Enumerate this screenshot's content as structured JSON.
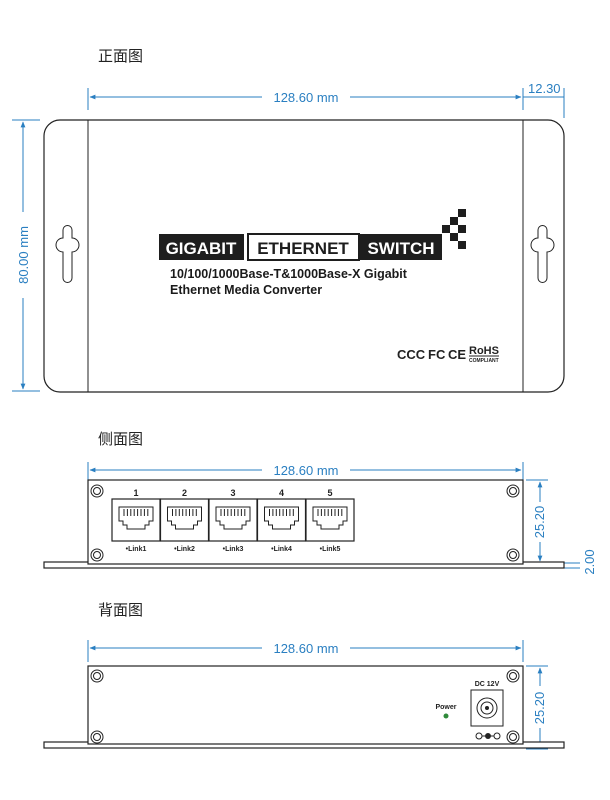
{
  "views": {
    "front_title": "正面图",
    "side_title": "侧面图",
    "back_title": "背面图"
  },
  "dimensions": {
    "width": "128.60 mm",
    "height": "80.00 mm",
    "ear": "12.30",
    "depth": "25.20",
    "flange": "2.00"
  },
  "product": {
    "logo_part1": "GIGABIT",
    "logo_part2": "ETHERNET",
    "logo_part3": "SWITCH",
    "desc_line1": "10/100/1000Base-T&1000Base-X Gigabit",
    "desc_line2": "Ethernet Media Converter"
  },
  "certifications": {
    "ccc": "CCC",
    "fc": "FC",
    "ce": "CE",
    "rohs": "RoHS",
    "rohs_sub": "COMPLIANT"
  },
  "ports": [
    {
      "number": "1",
      "label": "•Link1"
    },
    {
      "number": "2",
      "label": "•Link2"
    },
    {
      "number": "3",
      "label": "•Link3"
    },
    {
      "number": "4",
      "label": "•Link4"
    },
    {
      "number": "5",
      "label": "•Link5"
    }
  ],
  "back": {
    "power_label": "Power",
    "dc_label": "DC 12V"
  },
  "colors": {
    "dimension": "#2a7fc1",
    "outline": "#222222",
    "logo_dark": "#1e1e1e"
  }
}
